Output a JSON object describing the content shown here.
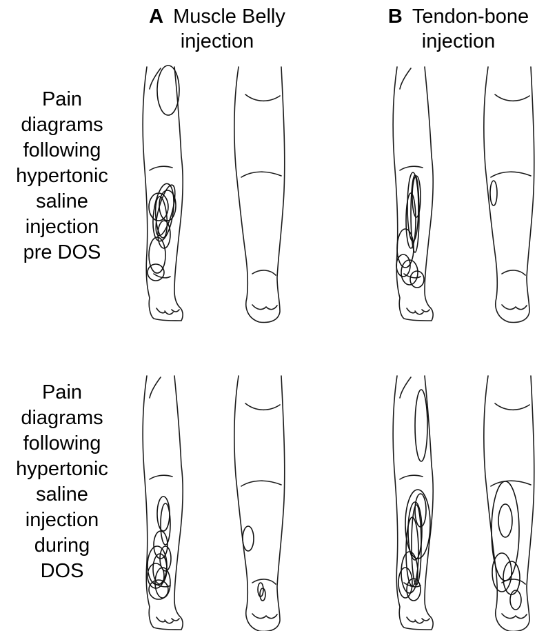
{
  "columns": {
    "a": {
      "letter": "A",
      "line1": "Muscle Belly",
      "line2": "injection"
    },
    "b": {
      "letter": "B",
      "line1": "Tendon-bone",
      "line2": "injection"
    }
  },
  "rows": {
    "pre": {
      "lines": [
        "Pain",
        "diagrams",
        "following",
        "hypertonic",
        "saline",
        "injection",
        "pre DOS"
      ]
    },
    "during": {
      "lines": [
        "Pain",
        "diagrams",
        "following",
        "hypertonic",
        "saline",
        "injection",
        "during",
        "DOS"
      ]
    }
  }
}
